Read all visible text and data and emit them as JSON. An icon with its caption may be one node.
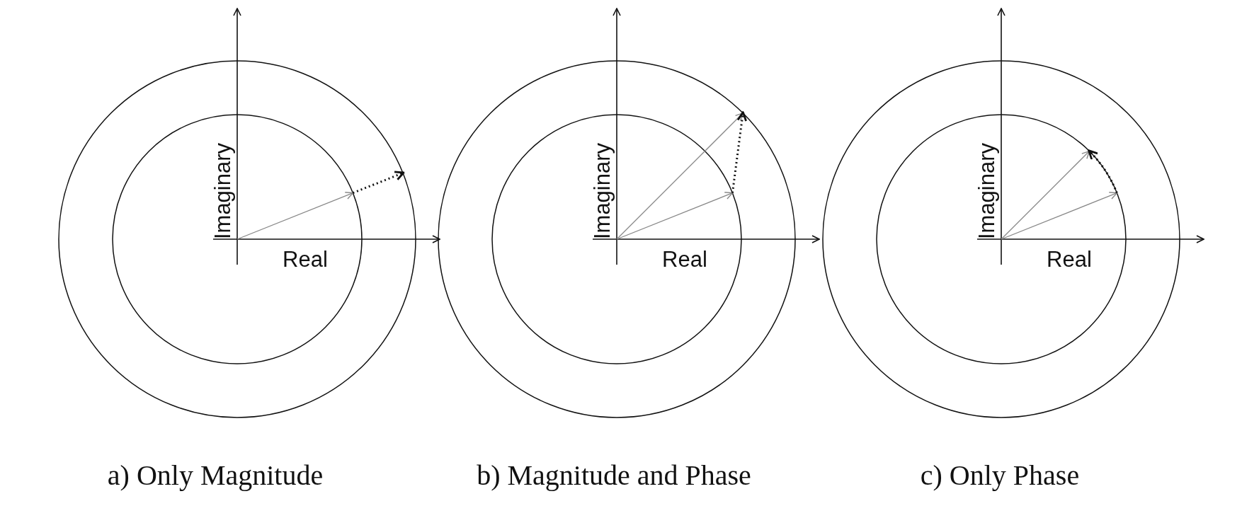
{
  "diagram": {
    "labels": [
      "Imaginary",
      "Imaginary",
      "Imaginary",
      "Real",
      "Real",
      "Real",
      "a) Only Magnitude",
      "b) Magnitude and Phase",
      "c) Only Phase"
    ]
  }
}
